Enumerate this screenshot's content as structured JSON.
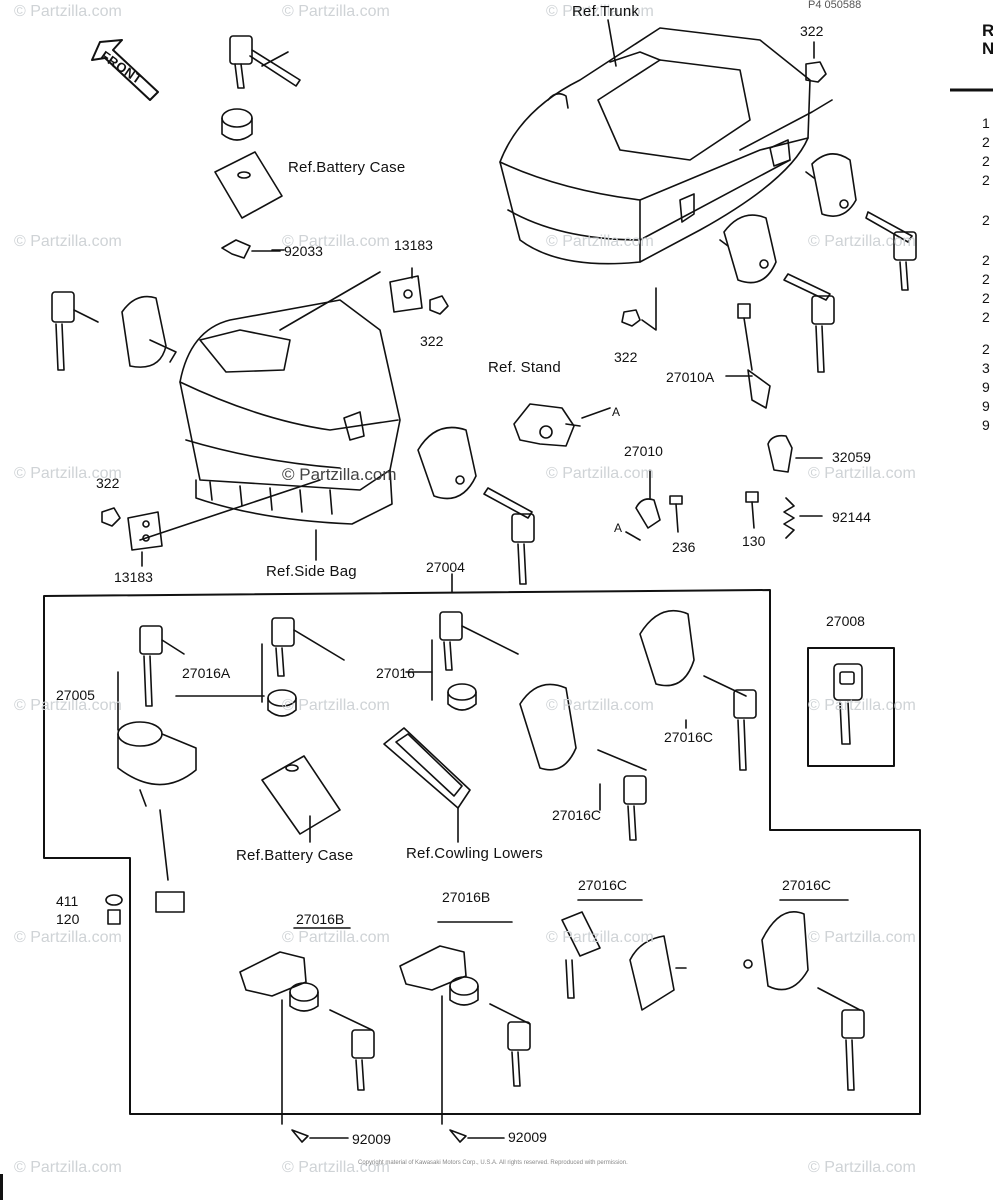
{
  "watermarks": {
    "brand": "© Partzilla.com",
    "center": "© Partzilla.com"
  },
  "header": {
    "ref_code": "P4 050588",
    "front": "FRONT"
  },
  "refs": {
    "trunk": "Ref.Trunk",
    "battery_case_top": "Ref.Battery Case",
    "stand": "Ref. Stand",
    "side_bag": "Ref.Side Bag",
    "battery_case_box": "Ref.Battery Case",
    "cowling_lowers": "Ref.Cowling Lowers"
  },
  "parts": {
    "p322_trunk": "322",
    "p92033": "92033",
    "p13183_top": "13183",
    "p322_bag": "322",
    "p322_stand": "322",
    "p27010A": "27010A",
    "p27010": "27010",
    "p32059": "32059",
    "p322_left": "322",
    "p13183_bottom": "13183",
    "p236": "236",
    "p130": "130",
    "p92144": "92144",
    "p27004": "27004",
    "p27008": "27008",
    "p27005": "27005",
    "p27016A": "27016A",
    "p27016": "27016",
    "p27016C_a": "27016C",
    "p27016C_b": "27016C",
    "p27016C_c": "27016C",
    "p27016C_d": "27016C",
    "p27016B_a": "27016B",
    "p27016B_b": "27016B",
    "p411": "411",
    "p120": "120",
    "p92009_a": "92009",
    "p92009_b": "92009",
    "marker_a1": "A",
    "marker_a2": "A"
  },
  "side_column": {
    "header_top": "R",
    "header_bottom": "N",
    "rows": [
      "1",
      "2",
      "2",
      "2",
      "2",
      "2",
      "2",
      "2",
      "2",
      "2",
      "3",
      "9",
      "9",
      "9"
    ]
  },
  "copyright": "Copyright material of Kawasaki Motors Corp., U.S.A. All rights reserved. Reproduced with permission."
}
